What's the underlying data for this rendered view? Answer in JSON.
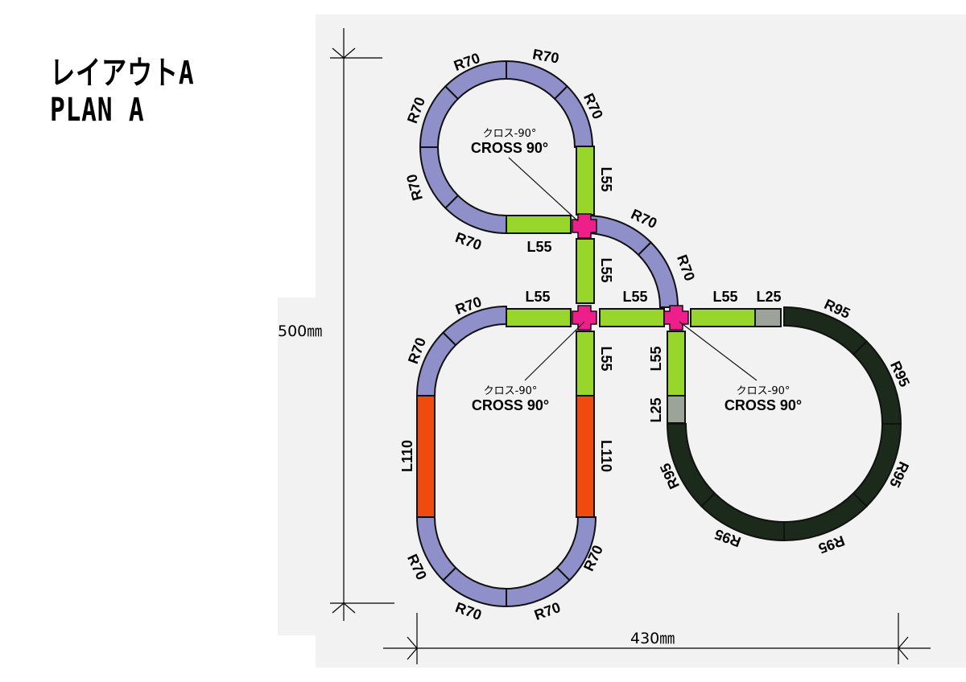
{
  "title": {
    "line1": "レイアウトA",
    "line2": "PLAN A"
  },
  "dimensions": {
    "height": "500㎜",
    "width": "430㎜"
  },
  "cross": {
    "jp": "クロス-90°",
    "en": "CROSS 90°"
  },
  "pieces": {
    "curve_r70": "R70",
    "curve_r95": "R95",
    "straight_l55": "L55",
    "straight_l25": "L25",
    "straight_l110": "L110"
  },
  "colors": {
    "r70": "#8f8fca",
    "r95": "#1c2a1c",
    "l55": "#99d62b",
    "l25": "#9ca49a",
    "l110": "#f04a0e",
    "cross": "#ee1f8a",
    "panel": "#f2f2f2"
  }
}
